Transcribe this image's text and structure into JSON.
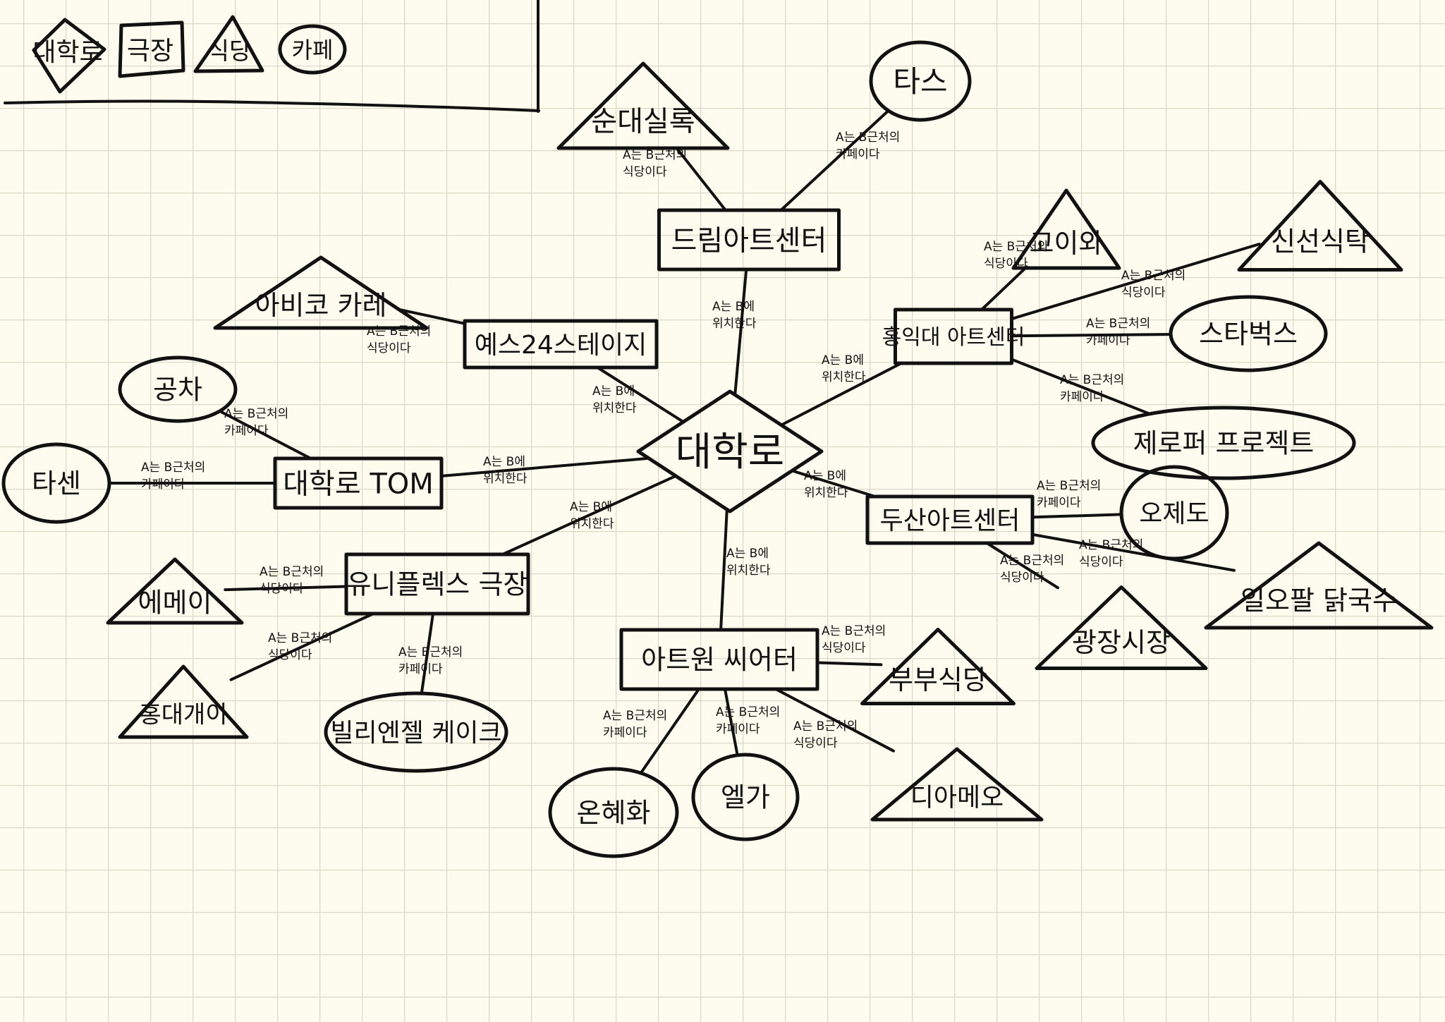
{
  "diagram": {
    "background_color": "#FEFCEE",
    "grid_color": "#DCD8C8",
    "ink_color": "#111111",
    "legend": [
      {
        "shape": "diamond",
        "label": "대학로"
      },
      {
        "shape": "rectangle",
        "label": "극장"
      },
      {
        "shape": "triangle",
        "label": "식당"
      },
      {
        "shape": "ellipse",
        "label": "카페"
      }
    ],
    "relations": {
      "located_in": [
        "A는 B에",
        "위치한다"
      ],
      "nearby_restaurant": [
        "A는 B근처의",
        "식당이다"
      ],
      "nearby_cafe": [
        "A는 B근처의",
        "카페이다"
      ]
    },
    "nodes": [
      {
        "id": "daehakro",
        "type": "diamond",
        "label": "대학로"
      },
      {
        "id": "dream_art",
        "type": "rectangle",
        "label": "드림아트센터"
      },
      {
        "id": "yes24",
        "type": "rectangle",
        "label": "예스24스테이지"
      },
      {
        "id": "tom",
        "type": "rectangle",
        "label": "대학로 TOM"
      },
      {
        "id": "uniplex",
        "type": "rectangle",
        "label": "유니플렉스 극장"
      },
      {
        "id": "artone",
        "type": "rectangle",
        "label": "아트원 씨어터"
      },
      {
        "id": "doosan",
        "type": "rectangle",
        "label": "두산아트센터"
      },
      {
        "id": "hongik",
        "type": "rectangle",
        "label": "홍익대 아트센터"
      },
      {
        "id": "sundae",
        "type": "triangle",
        "label": "순대실록"
      },
      {
        "id": "tas",
        "type": "ellipse",
        "label": "타스"
      },
      {
        "id": "goiwa",
        "type": "triangle",
        "label": "고이와"
      },
      {
        "id": "sinseon",
        "type": "triangle",
        "label": "신선식탁"
      },
      {
        "id": "starbucks",
        "type": "ellipse",
        "label": "스타벅스"
      },
      {
        "id": "zeroper",
        "type": "ellipse",
        "label": "제로퍼 프로젝트"
      },
      {
        "id": "abiko",
        "type": "triangle",
        "label": "아비코 카레"
      },
      {
        "id": "gongcha",
        "type": "ellipse",
        "label": "공차"
      },
      {
        "id": "tasen",
        "type": "ellipse",
        "label": "타센"
      },
      {
        "id": "emei",
        "type": "triangle",
        "label": "에메이"
      },
      {
        "id": "hongdae",
        "type": "triangle",
        "label": "홍대개이"
      },
      {
        "id": "billy",
        "type": "ellipse",
        "label": "빌리엔젤 케이크"
      },
      {
        "id": "onhyehwa",
        "type": "ellipse",
        "label": "온혜화"
      },
      {
        "id": "elga",
        "type": "ellipse",
        "label": "엘가"
      },
      {
        "id": "diameo",
        "type": "triangle",
        "label": "디아메오"
      },
      {
        "id": "bubu",
        "type": "triangle",
        "label": "부부식당"
      },
      {
        "id": "ojedo",
        "type": "ellipse",
        "label": "오제도"
      },
      {
        "id": "gwangjang",
        "type": "triangle",
        "label": "광장시장"
      },
      {
        "id": "ilopal",
        "type": "triangle",
        "label": "일오팔 닭국수"
      }
    ],
    "edges": [
      {
        "from": "dream_art",
        "to": "daehakro",
        "relation": "located_in"
      },
      {
        "from": "yes24",
        "to": "daehakro",
        "relation": "located_in"
      },
      {
        "from": "tom",
        "to": "daehakro",
        "relation": "located_in"
      },
      {
        "from": "uniplex",
        "to": "daehakro",
        "relation": "located_in"
      },
      {
        "from": "artone",
        "to": "daehakro",
        "relation": "located_in"
      },
      {
        "from": "doosan",
        "to": "daehakro",
        "relation": "located_in"
      },
      {
        "from": "hongik",
        "to": "daehakro",
        "relation": "located_in"
      },
      {
        "from": "sundae",
        "to": "dream_art",
        "relation": "nearby_restaurant"
      },
      {
        "from": "tas",
        "to": "dream_art",
        "relation": "nearby_cafe"
      },
      {
        "from": "goiwa",
        "to": "hongik",
        "relation": "nearby_restaurant"
      },
      {
        "from": "sinseon",
        "to": "hongik",
        "relation": "nearby_restaurant"
      },
      {
        "from": "starbucks",
        "to": "hongik",
        "relation": "nearby_cafe"
      },
      {
        "from": "zeroper",
        "to": "hongik",
        "relation": "nearby_cafe"
      },
      {
        "from": "abiko",
        "to": "yes24",
        "relation": "nearby_restaurant"
      },
      {
        "from": "gongcha",
        "to": "tom",
        "relation": "nearby_cafe"
      },
      {
        "from": "tasen",
        "to": "tom",
        "relation": "nearby_cafe"
      },
      {
        "from": "emei",
        "to": "uniplex",
        "relation": "nearby_restaurant"
      },
      {
        "from": "hongdae",
        "to": "uniplex",
        "relation": "nearby_restaurant"
      },
      {
        "from": "billy",
        "to": "uniplex",
        "relation": "nearby_cafe"
      },
      {
        "from": "onhyehwa",
        "to": "artone",
        "relation": "nearby_cafe"
      },
      {
        "from": "elga",
        "to": "artone",
        "relation": "nearby_cafe"
      },
      {
        "from": "diameo",
        "to": "artone",
        "relation": "nearby_restaurant"
      },
      {
        "from": "bubu",
        "to": "artone",
        "relation": "nearby_restaurant"
      },
      {
        "from": "ojedo",
        "to": "doosan",
        "relation": "nearby_cafe"
      },
      {
        "from": "gwangjang",
        "to": "doosan",
        "relation": "nearby_restaurant"
      },
      {
        "from": "ilopal",
        "to": "doosan",
        "relation": "nearby_restaurant"
      }
    ]
  }
}
